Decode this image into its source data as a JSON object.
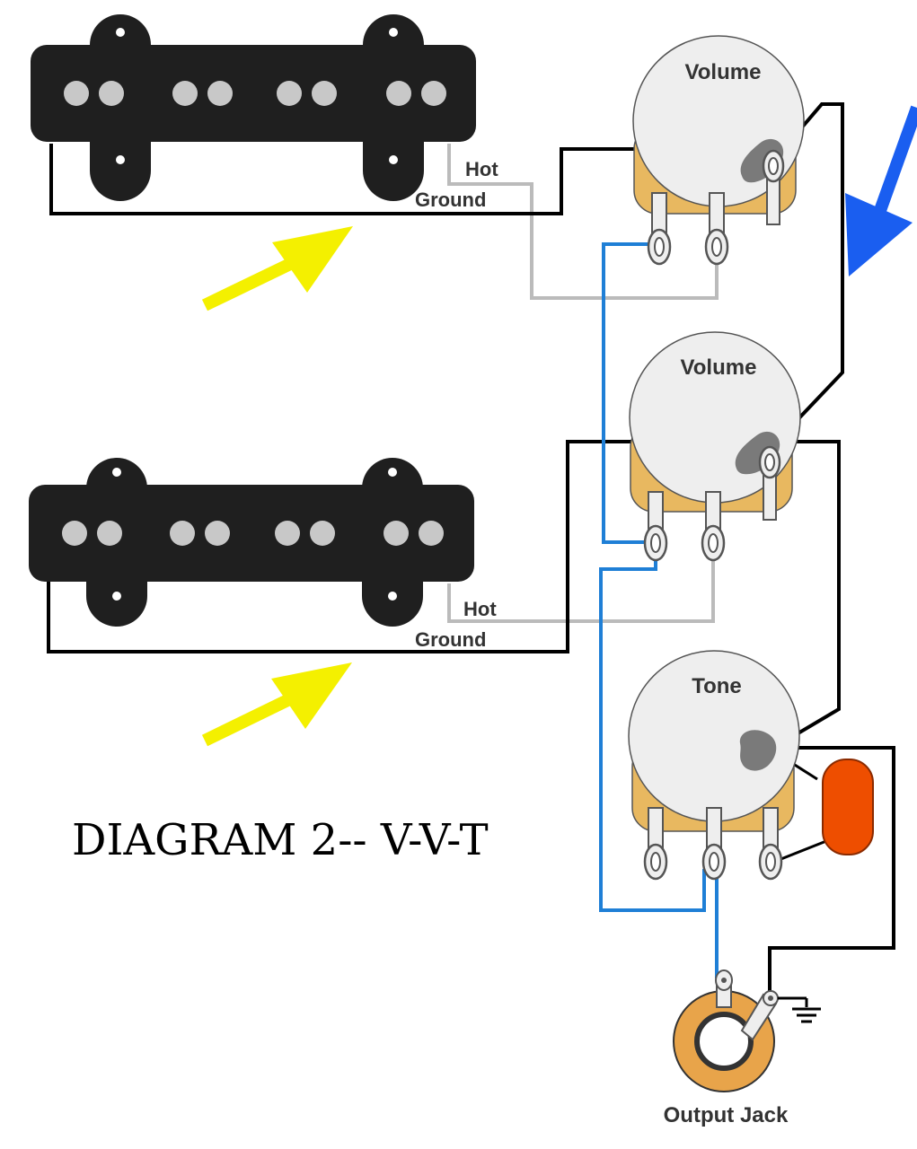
{
  "diagram": {
    "caption": "DIAGRAM 2-- V-V-T",
    "pickups": [
      {
        "name": "neck-pickup",
        "hot_label": "Hot",
        "ground_label": "Ground"
      },
      {
        "name": "bridge-pickup",
        "hot_label": "Hot",
        "ground_label": "Ground"
      }
    ],
    "pots": [
      {
        "name": "volume-pot-1",
        "label": "Volume"
      },
      {
        "name": "volume-pot-2",
        "label": "Volume"
      },
      {
        "name": "tone-pot",
        "label": "Tone"
      }
    ],
    "output_jack_label": "Output Jack",
    "colors": {
      "pickup_body": "#1f1f1f",
      "pole_piece": "#c8c8c8",
      "pot_face": "#eeeeee",
      "pot_casing": "#e8b860",
      "hot_wire": "#bbbbbb",
      "ground_wire": "#000000",
      "signal_wire": "#1f7fd6",
      "capacitor": "#ee4e00",
      "highlight_arrow_yellow": "#f4f000",
      "highlight_arrow_blue": "#1a5ef0",
      "jack_ring": "#e8a44a"
    },
    "icons": [
      "yellow-arrow-icon",
      "blue-arrow-icon",
      "ground-symbol-icon"
    ]
  }
}
